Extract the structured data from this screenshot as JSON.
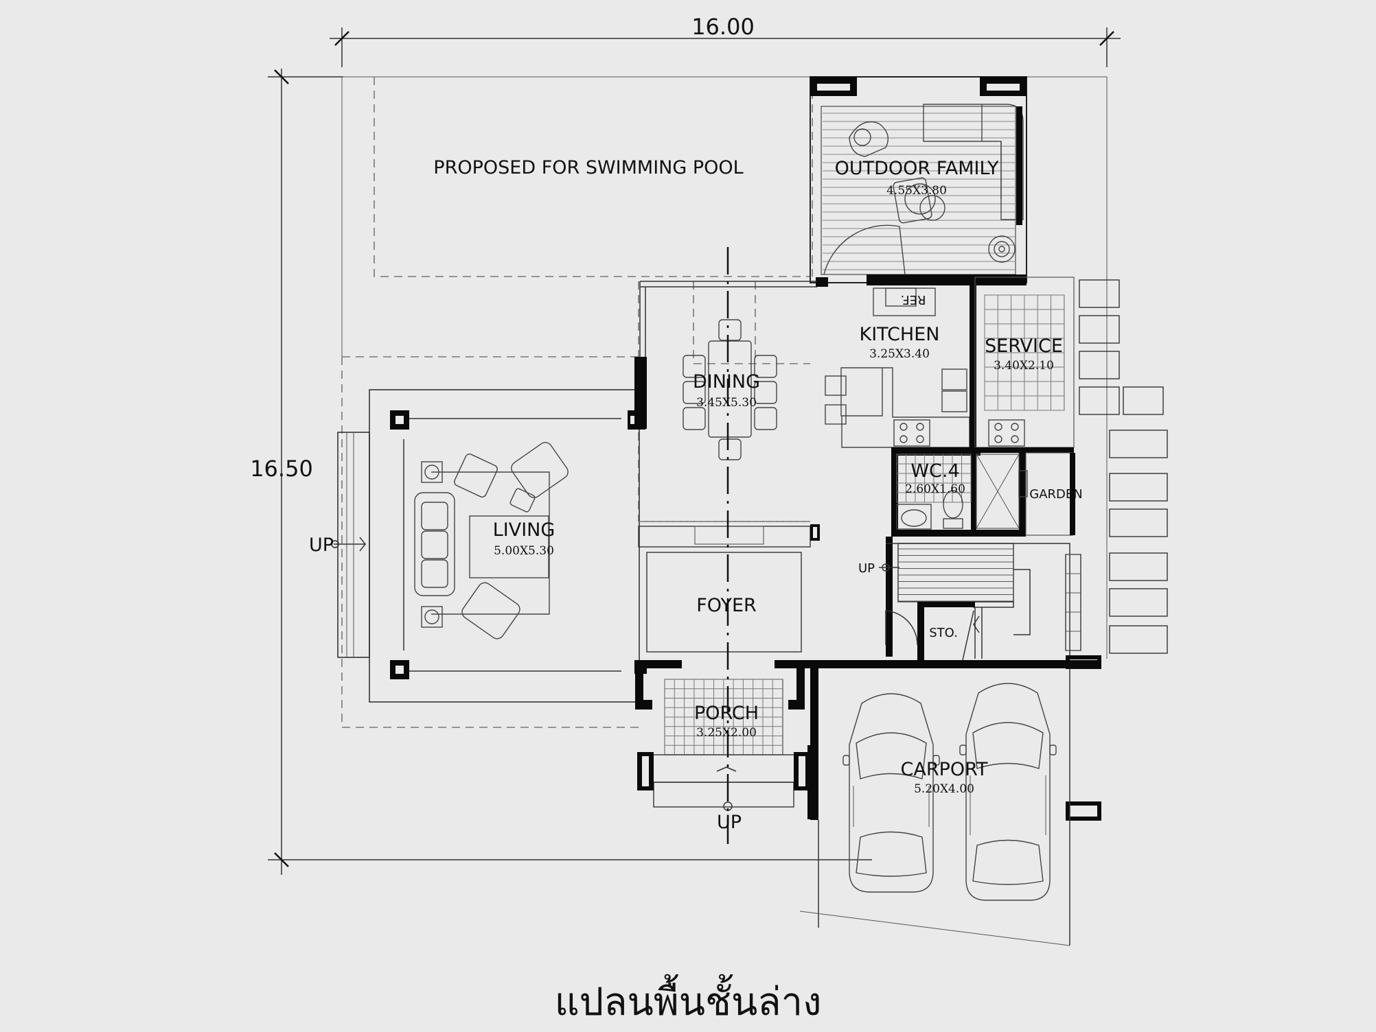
{
  "overall_width": "16.00",
  "overall_depth": "16.50",
  "pool_label": "PROPOSED FOR SWIMMING POOL",
  "rooms": {
    "outdoor_family": {
      "name": "OUTDOOR FAMILY",
      "size": "4.55X3.80"
    },
    "kitchen": {
      "name": "KITCHEN",
      "size": "3.25X3.40"
    },
    "service": {
      "name": "SERVICE",
      "size": "3.40X2.10"
    },
    "dining": {
      "name": "DINING",
      "size": "3.45X5.30"
    },
    "living": {
      "name": "LIVING",
      "size": "5.00X5.30"
    },
    "wc": {
      "name": "WC.4",
      "size": "2.60X1.60"
    },
    "garden": {
      "name": "GARDEN"
    },
    "foyer": {
      "name": "FOYER"
    },
    "storage": {
      "name": "STO."
    },
    "porch": {
      "name": "PORCH",
      "size": "3.25X2.00"
    },
    "carport": {
      "name": "CARPORT",
      "size": "5.20X4.00"
    }
  },
  "fridge_label": "REF.",
  "up_label": "UP",
  "plan_title": "แปลนพื้นชั้นล่าง"
}
